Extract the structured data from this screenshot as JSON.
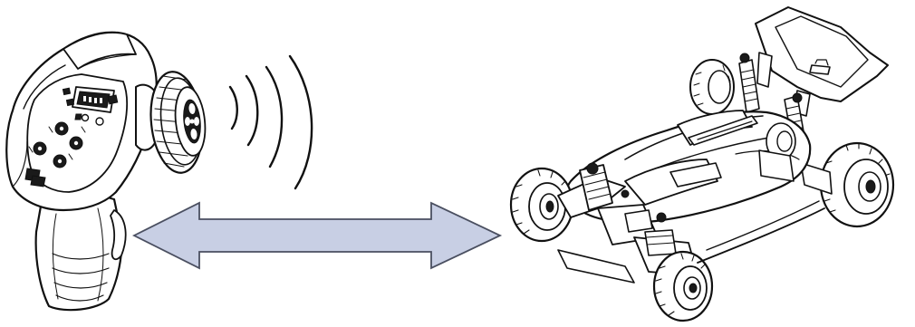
{
  "diagram": {
    "colors": {
      "arrow_fill": "#c8cfe4",
      "arrow_stroke": "#4a4f60",
      "line": "#111111",
      "background": "#ffffff"
    },
    "nodes": [
      {
        "id": "transmitter",
        "icon": "rc-pistol-grip-transmitter"
      },
      {
        "id": "vehicle",
        "icon": "rc-buggy-car"
      }
    ],
    "signal": {
      "icon": "radio-wave-arcs",
      "arc_count": 4
    },
    "link": {
      "icon": "double-headed-arrow",
      "direction": "bidirectional"
    }
  }
}
